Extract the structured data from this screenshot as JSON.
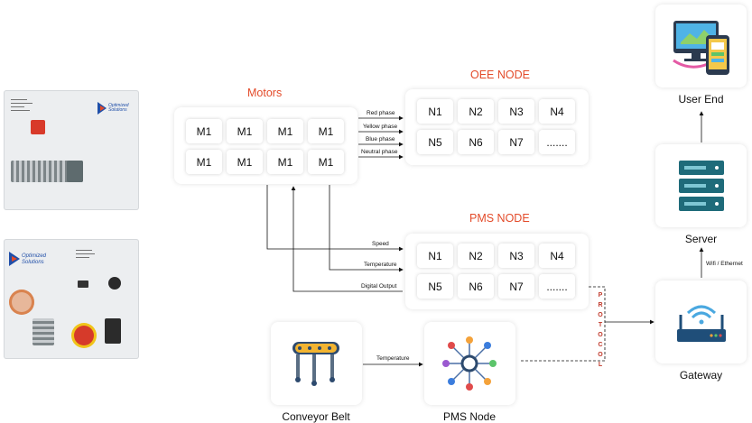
{
  "motors": {
    "title": "Motors",
    "cells": [
      "M1",
      "M1",
      "M1",
      "M1",
      "M1",
      "M1",
      "M1",
      "M1"
    ]
  },
  "oee_node": {
    "title": "OEE NODE",
    "cells": [
      "N1",
      "N2",
      "N3",
      "N4",
      "N5",
      "N6",
      "N7",
      "......."
    ]
  },
  "pms_node": {
    "title": "PMS NODE",
    "cells": [
      "N1",
      "N2",
      "N3",
      "N4",
      "N5",
      "N6",
      "N7",
      "......."
    ]
  },
  "phase_labels": [
    "Red phase",
    "Yellow phase",
    "Blue phase",
    "Neutral phase"
  ],
  "signal_labels": {
    "speed": "Speed",
    "temperature": "Temperature",
    "digital_output": "Digital Output",
    "conveyor_temperature": "Temperature",
    "wifi": "Wifi / Ethernet"
  },
  "protocol_letters": [
    "P",
    "R",
    "O",
    "T",
    "O",
    "C",
    "O",
    "L"
  ],
  "components": {
    "conveyor": "Conveyor Belt",
    "pms_node": "PMS Node",
    "gateway": "Gateway",
    "server": "Server",
    "user_end": "User End"
  },
  "panel_logo_top": {
    "line1": "Optimized",
    "line2": "Solutions"
  },
  "panel_logo_bottom": {
    "line1": "Optimized",
    "line2": "Solutions"
  },
  "colors": {
    "accent_red": "#e34b2a",
    "protocol_red": "#c0392b",
    "server_teal": "#1f6b7a",
    "router_navy": "#1f4e79"
  }
}
